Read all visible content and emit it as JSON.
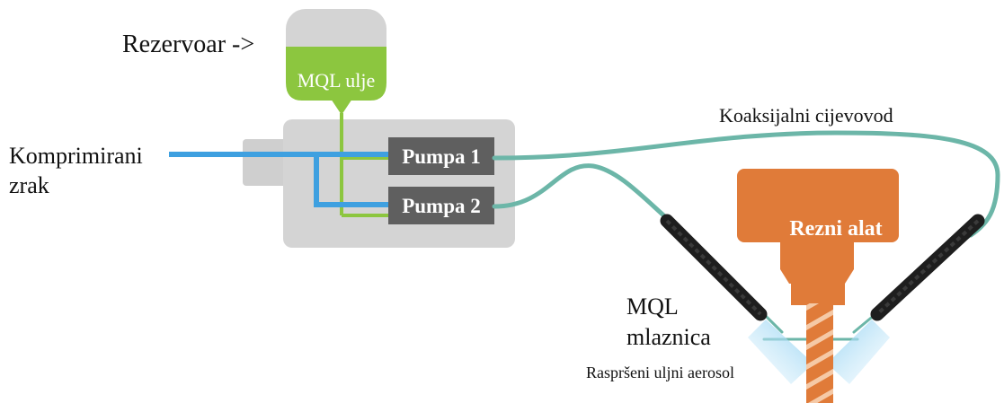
{
  "labels": {
    "reservoir": "Rezervoar ->",
    "oil": "MQL ulje",
    "compressed_air_line1": "Komprimirani",
    "compressed_air_line2": "zrak",
    "pump1": "Pumpa 1",
    "pump2": "Pumpa 2",
    "coaxial_pipe": "Koaksijalni cijevovod",
    "cutting_tool": "Rezni alat",
    "nozzle_line1": "MQL",
    "nozzle_line2": "mlaznica",
    "aerosol": "Raspršeni uljni aerosol"
  },
  "colors": {
    "air": "#3ea0e0",
    "oil": "#8cc63f",
    "coax": "#6cb6a8",
    "unit": "#d4d4d4",
    "pump": "#5f5f5f",
    "tool": "#e07b39",
    "nozzle": "#1e1e1e",
    "spray": "#9fd3ef"
  }
}
